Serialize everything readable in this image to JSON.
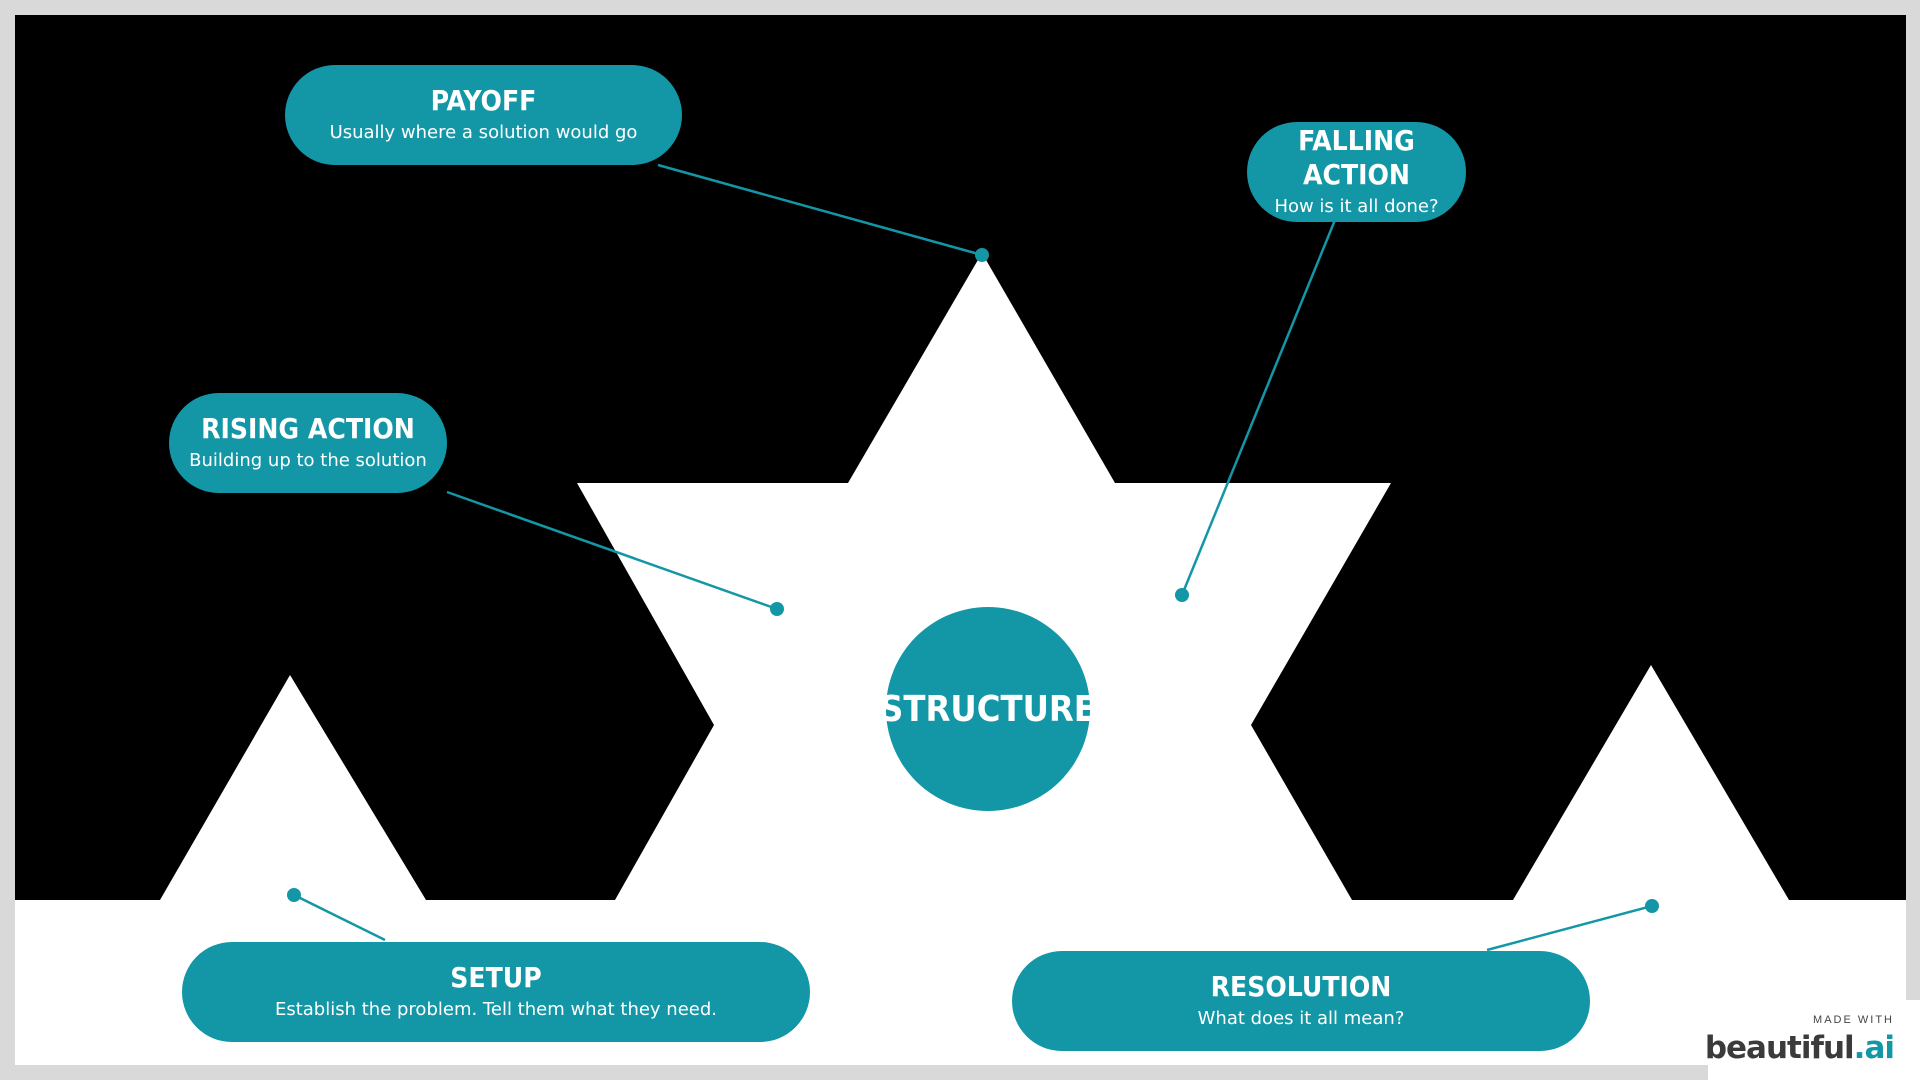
{
  "diagram": {
    "center_label": "STRUCTURE",
    "nodes": [
      {
        "id": "payoff",
        "title": "PAYOFF",
        "subtitle": "Usually where a solution would go"
      },
      {
        "id": "falling",
        "title": "FALLING ACTION",
        "subtitle": "How is it all done?"
      },
      {
        "id": "rising",
        "title": "RISING ACTION",
        "subtitle": "Building up to the solution"
      },
      {
        "id": "setup",
        "title": "SETUP",
        "subtitle": "Establish the problem. Tell them what they need."
      },
      {
        "id": "resolution",
        "title": "RESOLUTION",
        "subtitle": "What does it all mean?"
      }
    ]
  },
  "badge": {
    "made_with": "MADE WITH",
    "brand_main": "beautiful",
    "brand_dot": ".ai"
  },
  "colors": {
    "accent": "#1397a6",
    "background": "#000000",
    "shape": "#ffffff",
    "frame": "#d9d9d9"
  }
}
